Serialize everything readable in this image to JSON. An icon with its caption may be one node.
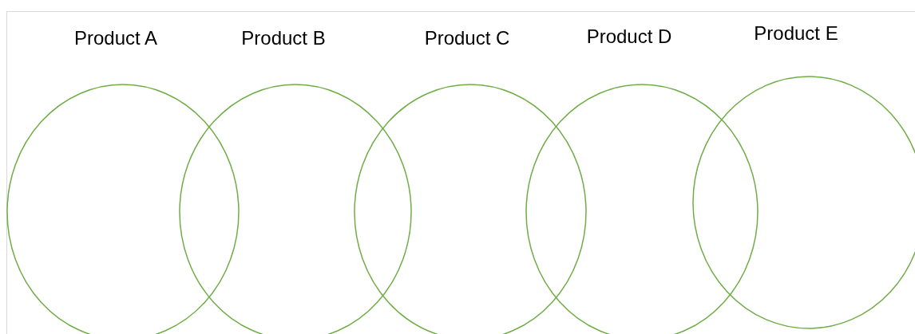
{
  "diagram": {
    "nodes": [
      {
        "text": [
          "Product A"
        ]
      },
      {
        "text": [
          "Product B"
        ]
      },
      {
        "text": [
          "Product C"
        ]
      },
      {
        "text": [
          "Product D"
        ]
      },
      {
        "text": [
          "Product E"
        ]
      }
    ]
  }
}
